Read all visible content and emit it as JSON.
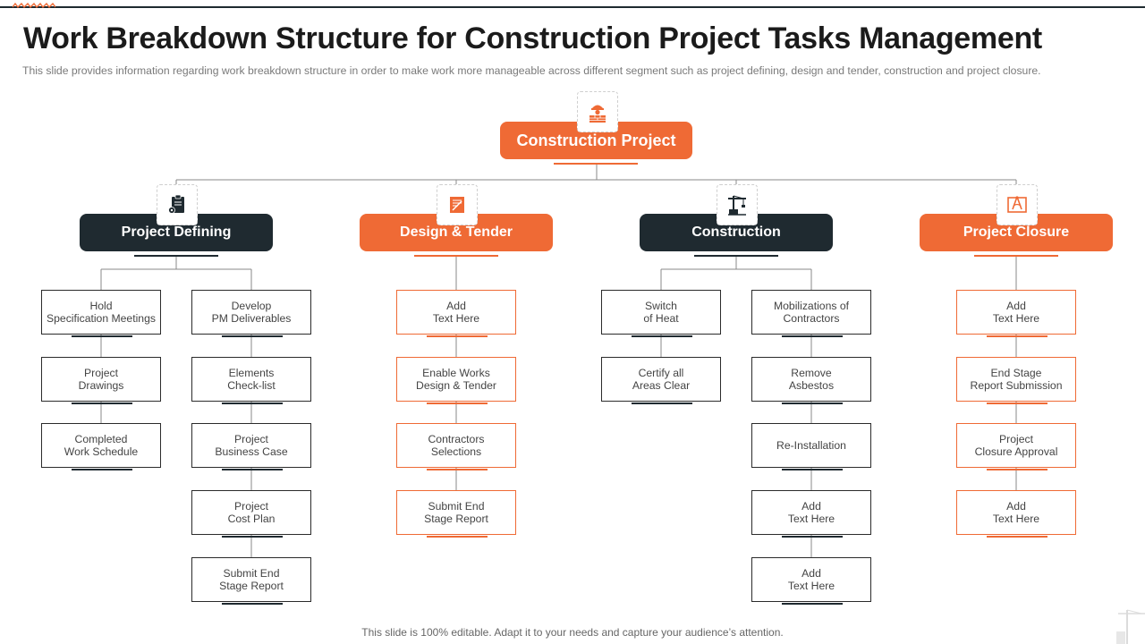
{
  "header": {
    "title": "Work Breakdown Structure for Construction Project Tasks Management",
    "subtitle": "This slide provides information regarding work breakdown structure in order to make work more manageable across different segment such as project defining, design and tender, construction and project closure."
  },
  "root": {
    "label": "Construction Project",
    "icon": "worker-icon"
  },
  "categories": [
    {
      "label": "Project Defining",
      "icon": "clipboard-gear-icon",
      "left_column": [
        "Hold\nSpecification Meetings",
        "Project\nDrawings",
        "Completed\nWork Schedule"
      ],
      "right_column": [
        "Develop\nPM Deliverables",
        "Elements\nCheck-list",
        "Project\nBusiness Case",
        "Project\nCost Plan",
        "Submit End\nStage Report"
      ]
    },
    {
      "label": "Design & Tender",
      "icon": "blueprint-icon",
      "column": [
        "Add\nText Here",
        "Enable Works\nDesign & Tender",
        "Contractors\nSelections",
        "Submit End\nStage Report"
      ]
    },
    {
      "label": "Construction",
      "icon": "crane-icon",
      "left_column": [
        "Switch\nof Heat",
        "Certify all\nAreas Clear"
      ],
      "right_column": [
        "Mobilizations of\nContractors",
        "Remove\nAsbestos",
        "Re-Installation",
        "Add\nText Here",
        "Add\nText Here"
      ]
    },
    {
      "label": "Project Closure",
      "icon": "drafting-plan-icon",
      "column": [
        "Add\nText Here",
        "End Stage\nReport Submission",
        "Project\nClosure Approval",
        "Add\nText Here"
      ]
    }
  ],
  "footer": "This slide is 100% editable. Adapt it to your needs and capture your audience’s attention.",
  "colors": {
    "accent": "#ef6a35",
    "dark": "#1f2a30",
    "text": "#444444",
    "subtitle": "#7a7a7a"
  }
}
